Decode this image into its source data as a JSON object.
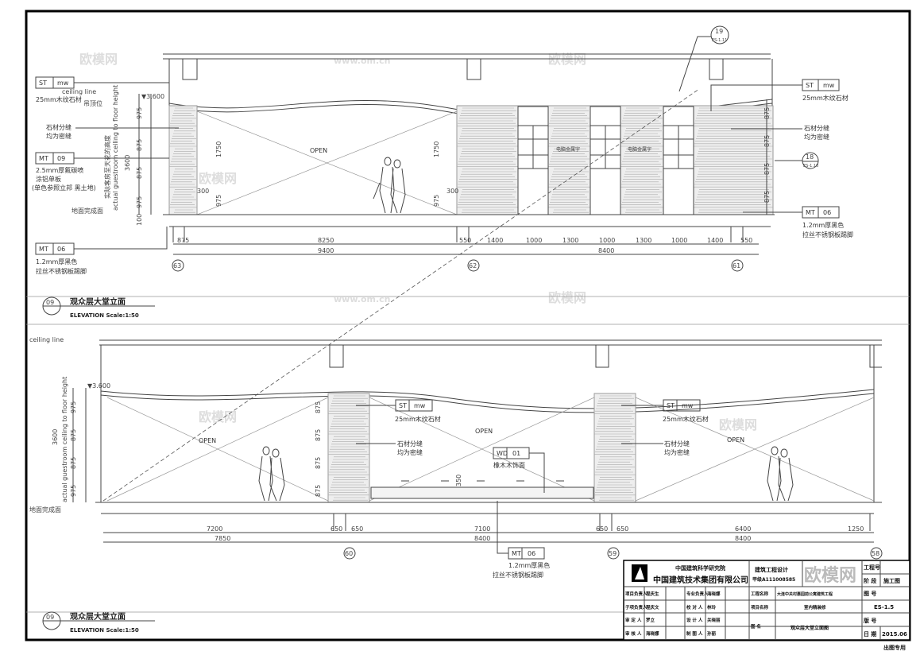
{
  "watermarks": {
    "site": "www.om.cn",
    "brand": "欧模网"
  },
  "upper_elevation": {
    "tags_left": [
      {
        "code": "ST",
        "sub": "mw",
        "note1": "25mm木纹石材",
        "note2": ""
      },
      {
        "code": "MT",
        "sub": "09",
        "note1": "2.5mm厚氟碳喷",
        "note2": "涂铝单板",
        "note3": "(单色参照立邦 黑土地)"
      },
      {
        "code": "MT",
        "sub": "06",
        "note1": "1.2mm厚黑色",
        "note2": "拉丝不锈钢板踢脚"
      }
    ],
    "stone_joint_note": [
      "石材分缝",
      "均为密缝"
    ],
    "tags_right": [
      {
        "code": "ST",
        "sub": "mw",
        "note1": "25mm木纹石材"
      },
      {
        "code": "MT",
        "sub": "06",
        "note1": "1.2mm厚黑色",
        "note2": "拉丝不锈钢板踢脚"
      }
    ],
    "detail_callouts": [
      {
        "num": "19",
        "ref": "ES-1.11"
      },
      {
        "num": "18",
        "ref": "ES-1.10"
      }
    ],
    "ceiling_line": "ceiling line",
    "ceiling_cn": "吊顶位",
    "level_top": "▼3.600",
    "floor_label": "地面完成面",
    "height_label_cn": "实际客房至天花的高度",
    "height_label_en": "actual guestroom ceiling to floor height",
    "height_total": "3600",
    "vertical_dims": [
      "975",
      "875",
      "875",
      "975",
      "100"
    ],
    "dims_1750": "1750",
    "dims_975": "975",
    "dims_300": "300",
    "open": "OPEN",
    "cabinet_text": "电脑金属字",
    "dims_row1": [
      "875",
      "8250",
      "550",
      "1400",
      "1000",
      "1300",
      "1000",
      "1300",
      "1000",
      "1400",
      "550"
    ],
    "dims_row2": [
      "9400",
      "8400"
    ],
    "grid": [
      "63",
      "62",
      "61"
    ],
    "title_num": "09",
    "title_cn": "观众层大堂立面",
    "title_en": "ELEVATION Scale:1:50"
  },
  "lower_elevation": {
    "tags": [
      {
        "code": "ST",
        "sub": "mw",
        "note1": "25mm木纹石材"
      },
      {
        "code": "ST",
        "sub": "mw",
        "note1": "25mm木纹石材"
      },
      {
        "code": "WD",
        "sub": "01",
        "note1": "橡木木饰面"
      },
      {
        "code": "MT",
        "sub": "06",
        "note1": "1.2mm厚黑色",
        "note2": "拉丝不锈钢板踢脚"
      }
    ],
    "stone_joint_note": [
      "石材分缝",
      "均为密缝"
    ],
    "open": "OPEN",
    "dims_row1": [
      "7200",
      "650",
      "650",
      "7100",
      "650",
      "650",
      "6400",
      "1250"
    ],
    "dims_row2": [
      "7850",
      "8400",
      "8400"
    ],
    "bench_dim": "350",
    "grid": [
      "60",
      "59",
      "58"
    ],
    "title_num": "09",
    "title_cn": "观众层大堂立面",
    "title_en": "ELEVATION Scale:1:50"
  },
  "title_block": {
    "institute": "中国建筑科学研究院",
    "company": "中国建筑技术集团有限公司",
    "cert_title": "建筑工程设计",
    "cert_no": "甲级A111008585",
    "rows": [
      [
        "项目负责人",
        "程庆生",
        "",
        "专业负责人",
        "海晓娜",
        "",
        "工程名称",
        "大连中关村惠园前公寓建筑工程"
      ],
      [
        "子项负责人",
        "程庆文",
        "",
        "校 对 人",
        "林玲",
        "",
        "项目名称",
        "室内精装修"
      ],
      [
        "审 定 人",
        "罗立",
        "",
        "设 计 人",
        "关晓丽",
        "",
        "图 名",
        "观众层大堂立面图"
      ],
      [
        "审 核 人",
        "海晓娜",
        "",
        "制 图 人",
        "孙丽",
        "",
        ""
      ]
    ],
    "right": {
      "project_no_label": "工程号",
      "stage_label": "阶 段",
      "stage": "施工图",
      "drawing_no_label": "图 号",
      "drawing_no": "ES-1.5",
      "version_label": "版 号",
      "date_label": "日 期",
      "date": "2015.06"
    },
    "footer": "出图专用"
  }
}
